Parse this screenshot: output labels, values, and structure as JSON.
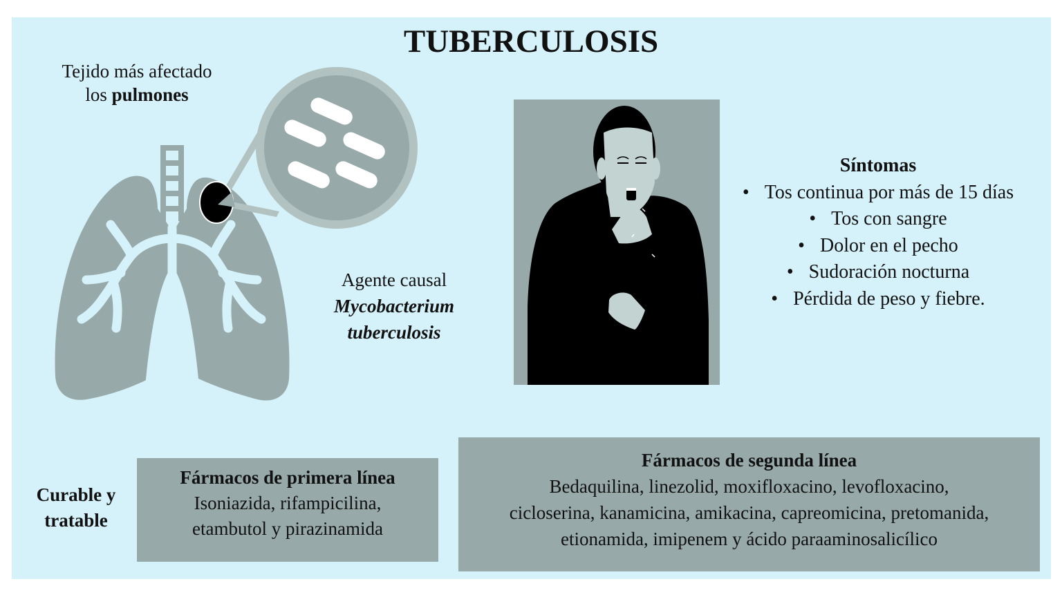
{
  "title": "TUBERCULOSIS",
  "tissue": {
    "line1": "Tejido más afectado",
    "line2_prefix": "los ",
    "line2_bold": "pulmones"
  },
  "agent": {
    "label": "Agente causal",
    "species_line1": "Mycobacterium",
    "species_line2": "tuberculosis"
  },
  "symptoms": {
    "heading": "Síntomas",
    "items": [
      "Tos continua por más de 15 días",
      "Tos con sangre",
      "Dolor en el pecho",
      "Sudoración nocturna",
      "Pérdida de peso y fiebre."
    ]
  },
  "curable": {
    "line1": "Curable y",
    "line2": "tratable"
  },
  "first_line": {
    "heading": "Fármacos de primera línea",
    "lines": [
      "Isoniazida, rifampicilina,",
      "etambutol y pirazinamida"
    ]
  },
  "second_line": {
    "heading": "Fármacos de segunda línea",
    "lines": [
      "Bedaquilina, linezolid, moxifloxacino, levofloxacino,",
      "cicloserina, kanamicina, amikacina, capreomicina, pretomanida,",
      "etionamida, imipenem y ácido paraaminosalicílico"
    ]
  },
  "illustrations": {
    "lungs": "lungs-icon",
    "magnifier": "bacteria-magnifier-icon",
    "person": "coughing-person-illustration"
  },
  "colors": {
    "panel_bg": "#d5f1f9",
    "gray": "#97a9a9",
    "light_gray": "#b1c2c0",
    "skin": "#c2d3d1",
    "black": "#000000",
    "white": "#ffffff"
  }
}
